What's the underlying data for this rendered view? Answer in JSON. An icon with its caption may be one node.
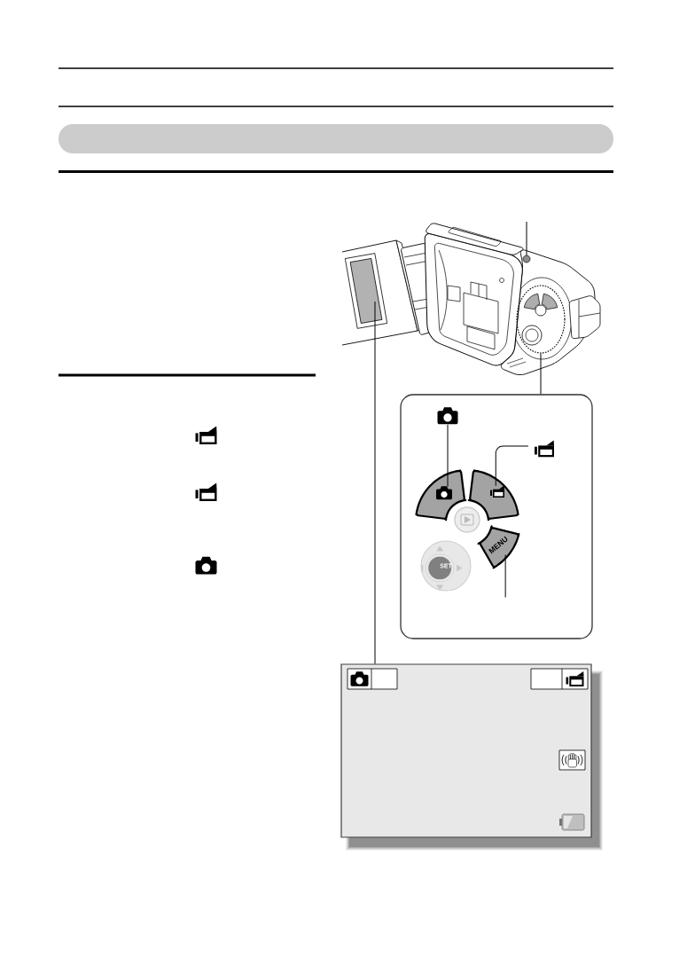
{
  "diagram": {
    "nodes": [
      {
        "text": [],
        "shape": "picture"
      },
      {
        "text": [],
        "shape": "circle",
        "in": 0
      },
      {
        "text": [],
        "shape": "box",
        "in": 0
      },
      {
        "text": [],
        "shape": "circle",
        "in": 0
      },
      {
        "text": [],
        "shape": "box"
      },
      {
        "text": [],
        "shape": "picture",
        "in": 4
      },
      {
        "text": [],
        "shape": "picture",
        "in": 4
      },
      {
        "text": [],
        "shape": "button",
        "in": 4
      },
      {
        "text": [],
        "shape": "button",
        "in": 4
      },
      {
        "text": [],
        "shape": "circle",
        "in": 4
      },
      {
        "text": [
          "SET"
        ],
        "in": 4
      },
      {
        "text": [
          "MENU"
        ],
        "in": 4
      },
      {
        "text": [],
        "shape": "box"
      }
    ],
    "edges": [
      {
        "from": null,
        "to": 1,
        "arrow": "none"
      },
      {
        "from": 3,
        "to": 4,
        "arrow": "none"
      },
      {
        "from": 2,
        "to": 12,
        "arrow": "none"
      },
      {
        "from": 5,
        "to": 7,
        "arrow": "none"
      },
      {
        "from": 8,
        "to": 6,
        "arrow": "none"
      },
      {
        "from": 11,
        "to": null,
        "arrow": "none"
      }
    ]
  }
}
